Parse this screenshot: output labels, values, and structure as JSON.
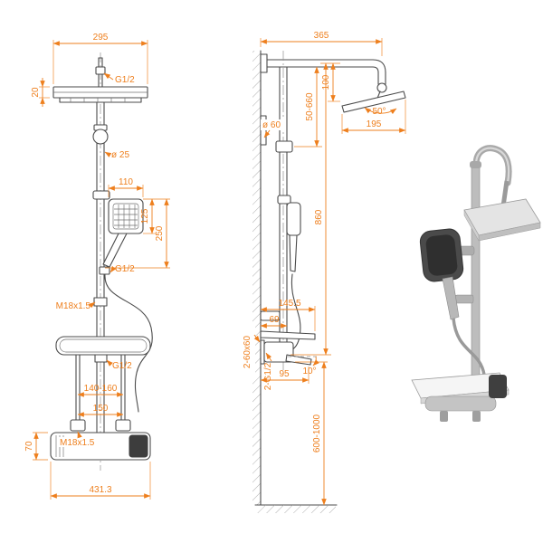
{
  "drawing": {
    "background": "#ffffff",
    "dimension_color": "#ee7f1d",
    "line_color": "#4b4b4b"
  },
  "front_view": {
    "labels": {
      "head_width": "295",
      "head_thickness": "20",
      "top_connector": "G1/2",
      "riser_diameter": "ø 25",
      "handshower_width": "110",
      "handshower_head_length": "125",
      "handshower_length": "250",
      "hose_connector": "G1/2",
      "riser_nut": "M18x1.5",
      "shelf_connector": "G1/2",
      "inlet_spacing_range": "140-160",
      "inlet_spacing": "150",
      "valve_nut": "M18x1.5",
      "valve_height": "70",
      "overall_width": "431.3"
    }
  },
  "side_view": {
    "labels": {
      "arm_reach": "365",
      "head_drop": "100",
      "slider_range": "50-660",
      "head_tilt": "50°",
      "head_depth": "195",
      "escutcheon_diameter": "ø 60",
      "riser_height": "860",
      "shelf_reach": "145.5",
      "valve_reach": "69",
      "wall_plates": "2-60x60",
      "inlet_threads": "2-G1/2",
      "spout_angle": "10°",
      "spout_reach": "95",
      "install_height": "600-1000"
    }
  }
}
